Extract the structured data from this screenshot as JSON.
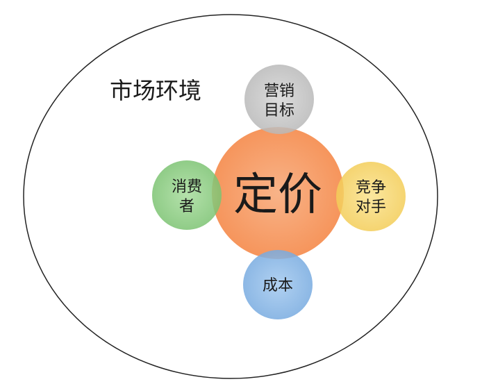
{
  "environment": {
    "label": "市场环境"
  },
  "center": {
    "label": "定价",
    "color": "#f7a06c"
  },
  "factors": {
    "top": {
      "line1": "营销",
      "line2": "目标",
      "color": "#c8c8c8"
    },
    "left": {
      "line1": "消费",
      "line2": "者",
      "color": "#8fcf84"
    },
    "right": {
      "line1": "竞争",
      "line2": "对手",
      "color": "#f7d774"
    },
    "bottom": {
      "line1": "成本",
      "color": "#8ab8e8"
    }
  }
}
